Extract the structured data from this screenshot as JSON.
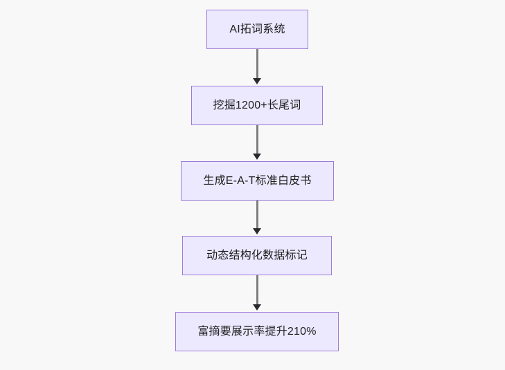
{
  "diagram": {
    "type": "flowchart",
    "direction": "top-to-bottom",
    "background_color": "#f8f8f8",
    "node_fill_color": "#ece8fd",
    "node_border_color": "#9d7bd8",
    "node_text_color": "#1f1f21",
    "connector_color": "#7d7d7d",
    "arrowhead_color": "#2a2a2e",
    "nodes": [
      {
        "id": "node-0",
        "label": "AI拓词系统"
      },
      {
        "id": "node-1",
        "label": "挖掘1200+长尾词"
      },
      {
        "id": "node-2",
        "label": "生成E-A-T标准白皮书"
      },
      {
        "id": "node-3",
        "label": "动态结构化数据标记"
      },
      {
        "id": "node-4",
        "label": "富摘要展示率提升210%"
      }
    ],
    "edges": [
      {
        "from": "node-0",
        "to": "node-1",
        "label": ""
      },
      {
        "from": "node-1",
        "to": "node-2",
        "label": ""
      },
      {
        "from": "node-2",
        "to": "node-3",
        "label": ""
      },
      {
        "from": "node-3",
        "to": "node-4",
        "label": ""
      }
    ]
  }
}
